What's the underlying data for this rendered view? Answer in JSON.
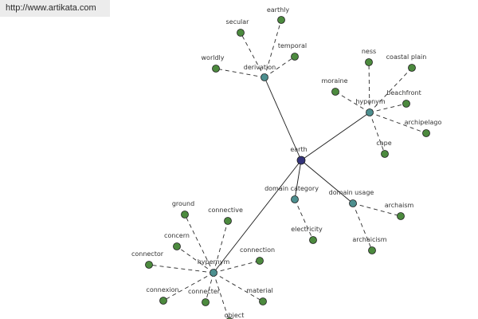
{
  "banner": {
    "url": "http://www.artikata.com"
  },
  "colors": {
    "root": "#34347a",
    "hub": "#4d8f8f",
    "leaf": "#4c8a3e",
    "solid_edge": "#1a1a1a",
    "dashed_edge": "#2a2a2a"
  },
  "nodes": {
    "earth": "earth",
    "derivation": "derivation",
    "hyponym": "hyponym",
    "domain_category": "domain category",
    "domain_usage": "domain usage",
    "hypernym": "hypernym",
    "earthly": "earthly",
    "secular": "secular",
    "temporal": "temporal",
    "worldly": "worldly",
    "ness": "ness",
    "coastal_plain": "coastal plain",
    "moraine": "moraine",
    "beachfront": "beachfront",
    "archipelago": "archipelago",
    "cape": "cape",
    "electricity": "electricity",
    "archaism": "archaism",
    "archaicism": "archaicism",
    "ground": "ground",
    "connective": "connective",
    "concern": "concern",
    "connector": "connector",
    "connection": "connection",
    "connexion": "connexion",
    "connecter": "connecter",
    "material": "material",
    "object": "object"
  }
}
